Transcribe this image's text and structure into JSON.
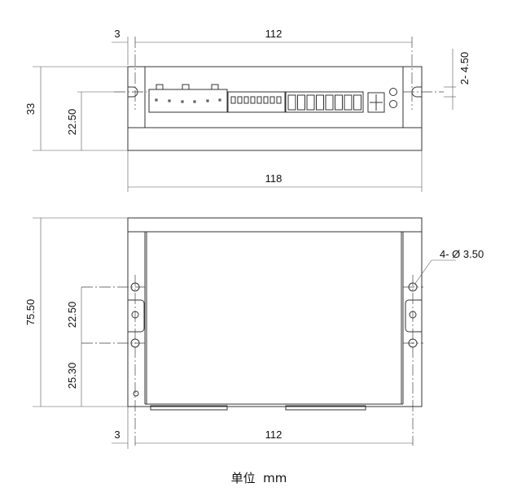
{
  "top_view": {
    "dim_flange": "3",
    "dim_hole_span": "112",
    "dim_slot": "2- 4.50",
    "dim_height": "33",
    "dim_hole_height": "22.50",
    "dim_total_width": "118"
  },
  "bottom_view": {
    "dim_holes": "4- Ø 3.50",
    "dim_length": "75.50",
    "dim_hole_spacing": "22.50",
    "dim_hole_offset": "25.30",
    "dim_flange": "3",
    "dim_hole_span": "112"
  },
  "unit_label": "单位  mm"
}
